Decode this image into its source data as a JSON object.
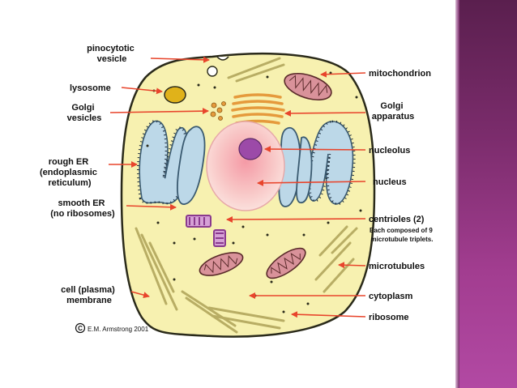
{
  "labels_left": {
    "pinocytotic_vesicle": [
      "pinocytotic",
      "vesicle"
    ],
    "lysosome": [
      "lysosome"
    ],
    "golgi_vesicles": [
      "Golgi",
      "vesicles"
    ],
    "rough_er": [
      "rough ER",
      "(endoplasmic",
      "reticulum)"
    ],
    "smooth_er": [
      "smooth ER",
      "(no ribosomes)"
    ],
    "cell_membrane": [
      "cell (plasma)",
      "membrane"
    ]
  },
  "labels_right": {
    "mitochondrion": [
      "mitochondrion"
    ],
    "golgi_apparatus": [
      "Golgi",
      "apparatus"
    ],
    "nucleolus": [
      "nucleolus"
    ],
    "nucleus": [
      "nucleus"
    ],
    "centrioles": [
      "centrioles (2)"
    ],
    "centrioles_note": [
      "Each composed of 9",
      "microtubule triplets."
    ],
    "microtubules": [
      "microtubules"
    ],
    "cytoplasm": [
      "cytoplasm"
    ],
    "ribosome": [
      "ribosome"
    ]
  },
  "credit": {
    "symbol": "C",
    "text": "E.M. Armstrong 2001"
  },
  "colors": {
    "cytoplasm": "#f7f1b0",
    "membrane": "#2a2a1a",
    "arrow": "#e8452c",
    "nucleus": "#f7c4c4",
    "nucleolus": "#9c4aa8",
    "er": "#bcd8e8",
    "mitochondrion": "#d9929a",
    "lysosome": "#e0b21a",
    "golgi": "#e59a3c",
    "microtubule": "#b8ad64",
    "panel": "#7b2c6c"
  }
}
